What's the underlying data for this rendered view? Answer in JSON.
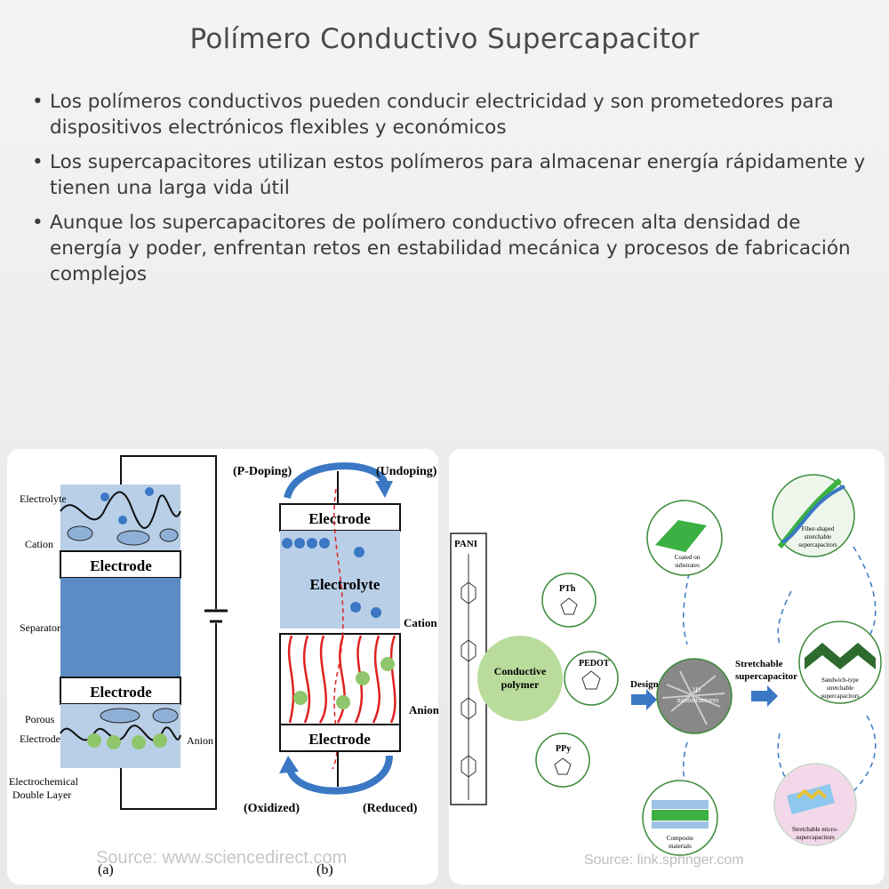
{
  "title": "Polímero Conductivo Supercapacitor",
  "bullets": [
    "Los polímeros conductivos pueden conducir electricidad y son prometedores para dispositivos electrónicos flexibles y económicos",
    "Los supercapacitores utilizan estos polímeros para almacenar energía rápidamente y tienen una larga vida útil",
    "Aunque los supercapacitores de polímero conductivo ofrecen alta densidad de energía y poder, enfrentan retos en estabilidad mecánica y procesos de fabricación complejos"
  ],
  "left_figure": {
    "a": {
      "electrolyte": "Electrolyte",
      "cation": "Cation",
      "electrode_top": "Electrode",
      "separator": "Separator",
      "electrode_bottom": "Electrode",
      "porous": "Porous",
      "electrode_word": "Electrode",
      "anion": "Anion",
      "edl1": "Electrochemical",
      "edl2": "Double Layer",
      "caption": "(a)"
    },
    "b": {
      "p_doping": "(P-Doping)",
      "undoping": "(Undoping)",
      "electrode_top": "Electrode",
      "electrolyte": "Electrolyte",
      "cation": "Cation",
      "anion": "Anion",
      "electrode_bottom": "Electrode",
      "oxidized": "(Oxidized)",
      "reduced": "(Reduced)",
      "caption": "(b)"
    },
    "source": "Source: www.sciencedirect.com"
  },
  "right_figure": {
    "pani": "PANI",
    "pth": "PTh",
    "pedot": "PEDOT",
    "ppy": "PPy",
    "conductive1": "Conductive",
    "conductive2": "polymer",
    "design": "Design",
    "coated1": "Coated on",
    "coated2": "substrates",
    "nano1": "3D",
    "nano2": "nanostructures",
    "composite1": "Composite",
    "composite2": "materials",
    "stretch1": "Stretchable",
    "stretch2": "supercapacitor",
    "fiber1": "Fiber-shaped",
    "fiber2": "stretchable",
    "fiber3": "supercapacitors",
    "sand1": "Sandwich-type",
    "sand2": "stretchable",
    "sand3": "supercapacitors",
    "micro1": "Stretchable micro-",
    "micro2": "supercapacitors",
    "source": "Source: link.springer.com"
  },
  "colors": {
    "electrolyte_blue": "#b9cfe8",
    "separator_blue": "#5b8cc4",
    "polymer_green": "#8fc66b",
    "chain_red": "#e02020",
    "arrow_blue": "#3b78c4",
    "circle_green": "#b9dc9c"
  }
}
